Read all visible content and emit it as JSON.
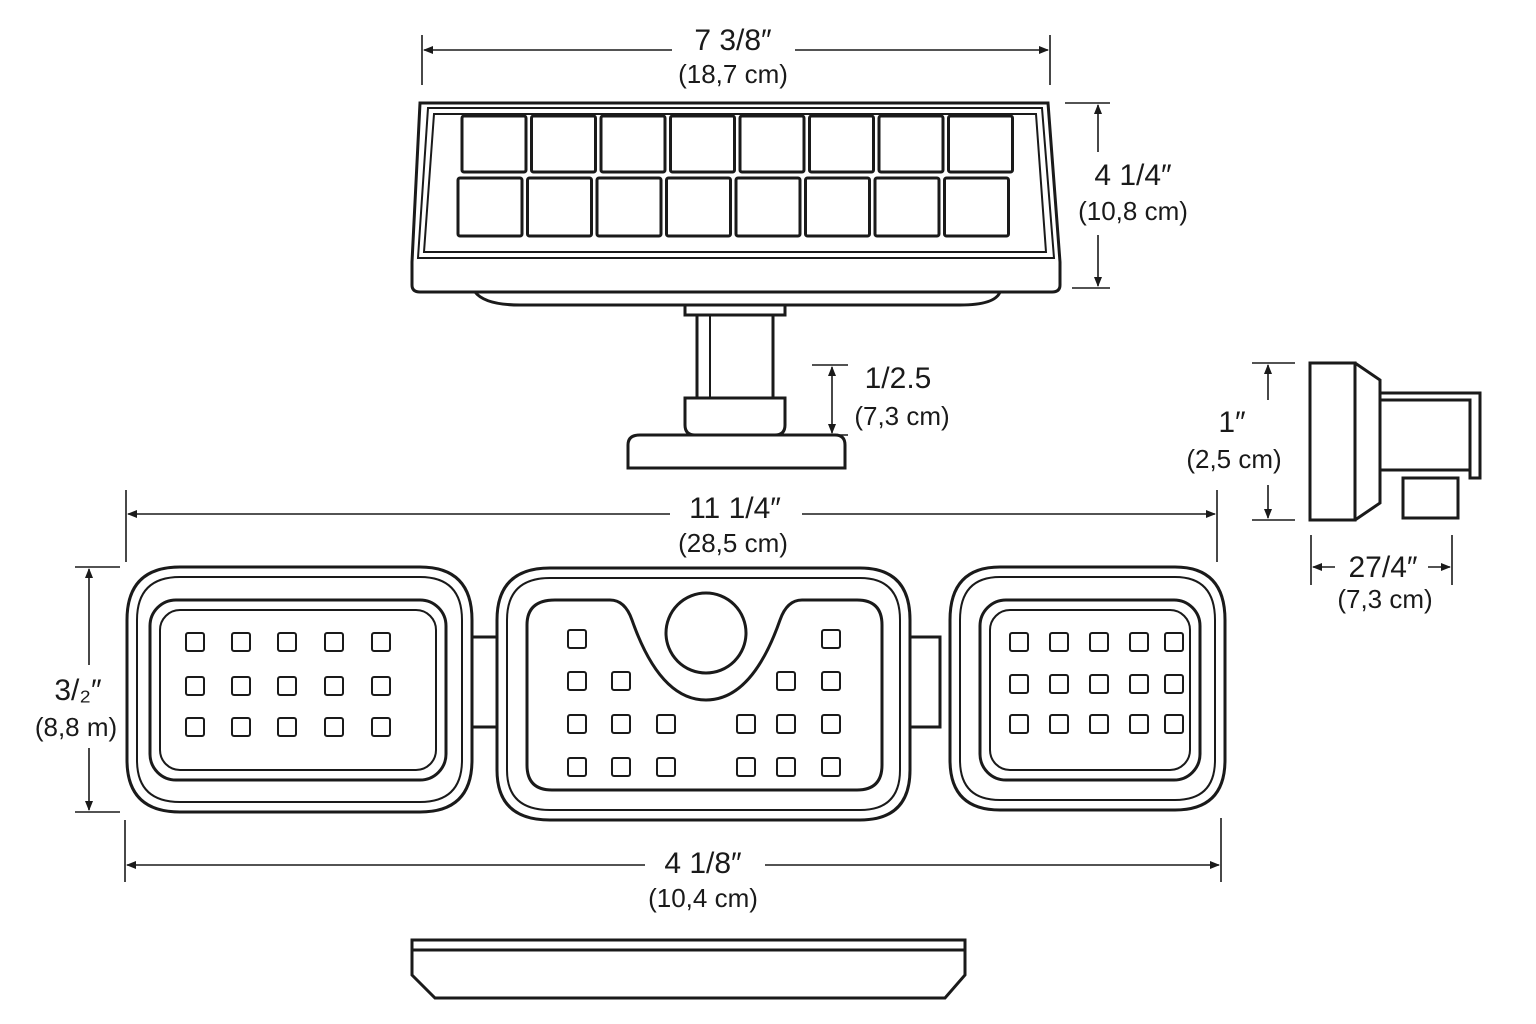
{
  "dimensions": {
    "panel_width": {
      "imperial": "7 3/8″",
      "metric": "(18,7 cm)"
    },
    "panel_height": {
      "imperial": "4 1/4″",
      "metric": "(10,8 cm)"
    },
    "mount_height": {
      "imperial": "1/2.5",
      "metric": "(7,3 cm)"
    },
    "side_height": {
      "imperial": "1″",
      "metric": "(2,5 cm)"
    },
    "side_depth": {
      "imperial": "27/4″",
      "metric": "(7,3 cm)"
    },
    "light_total_width": {
      "imperial": "11 1/4″",
      "metric": "(28,5 cm)"
    },
    "light_height": {
      "imperial": "3/₂″",
      "metric": "(8,8 m)"
    },
    "light_bottom_width": {
      "imperial": "4 1/8″",
      "metric": "(10,4 cm)"
    }
  }
}
